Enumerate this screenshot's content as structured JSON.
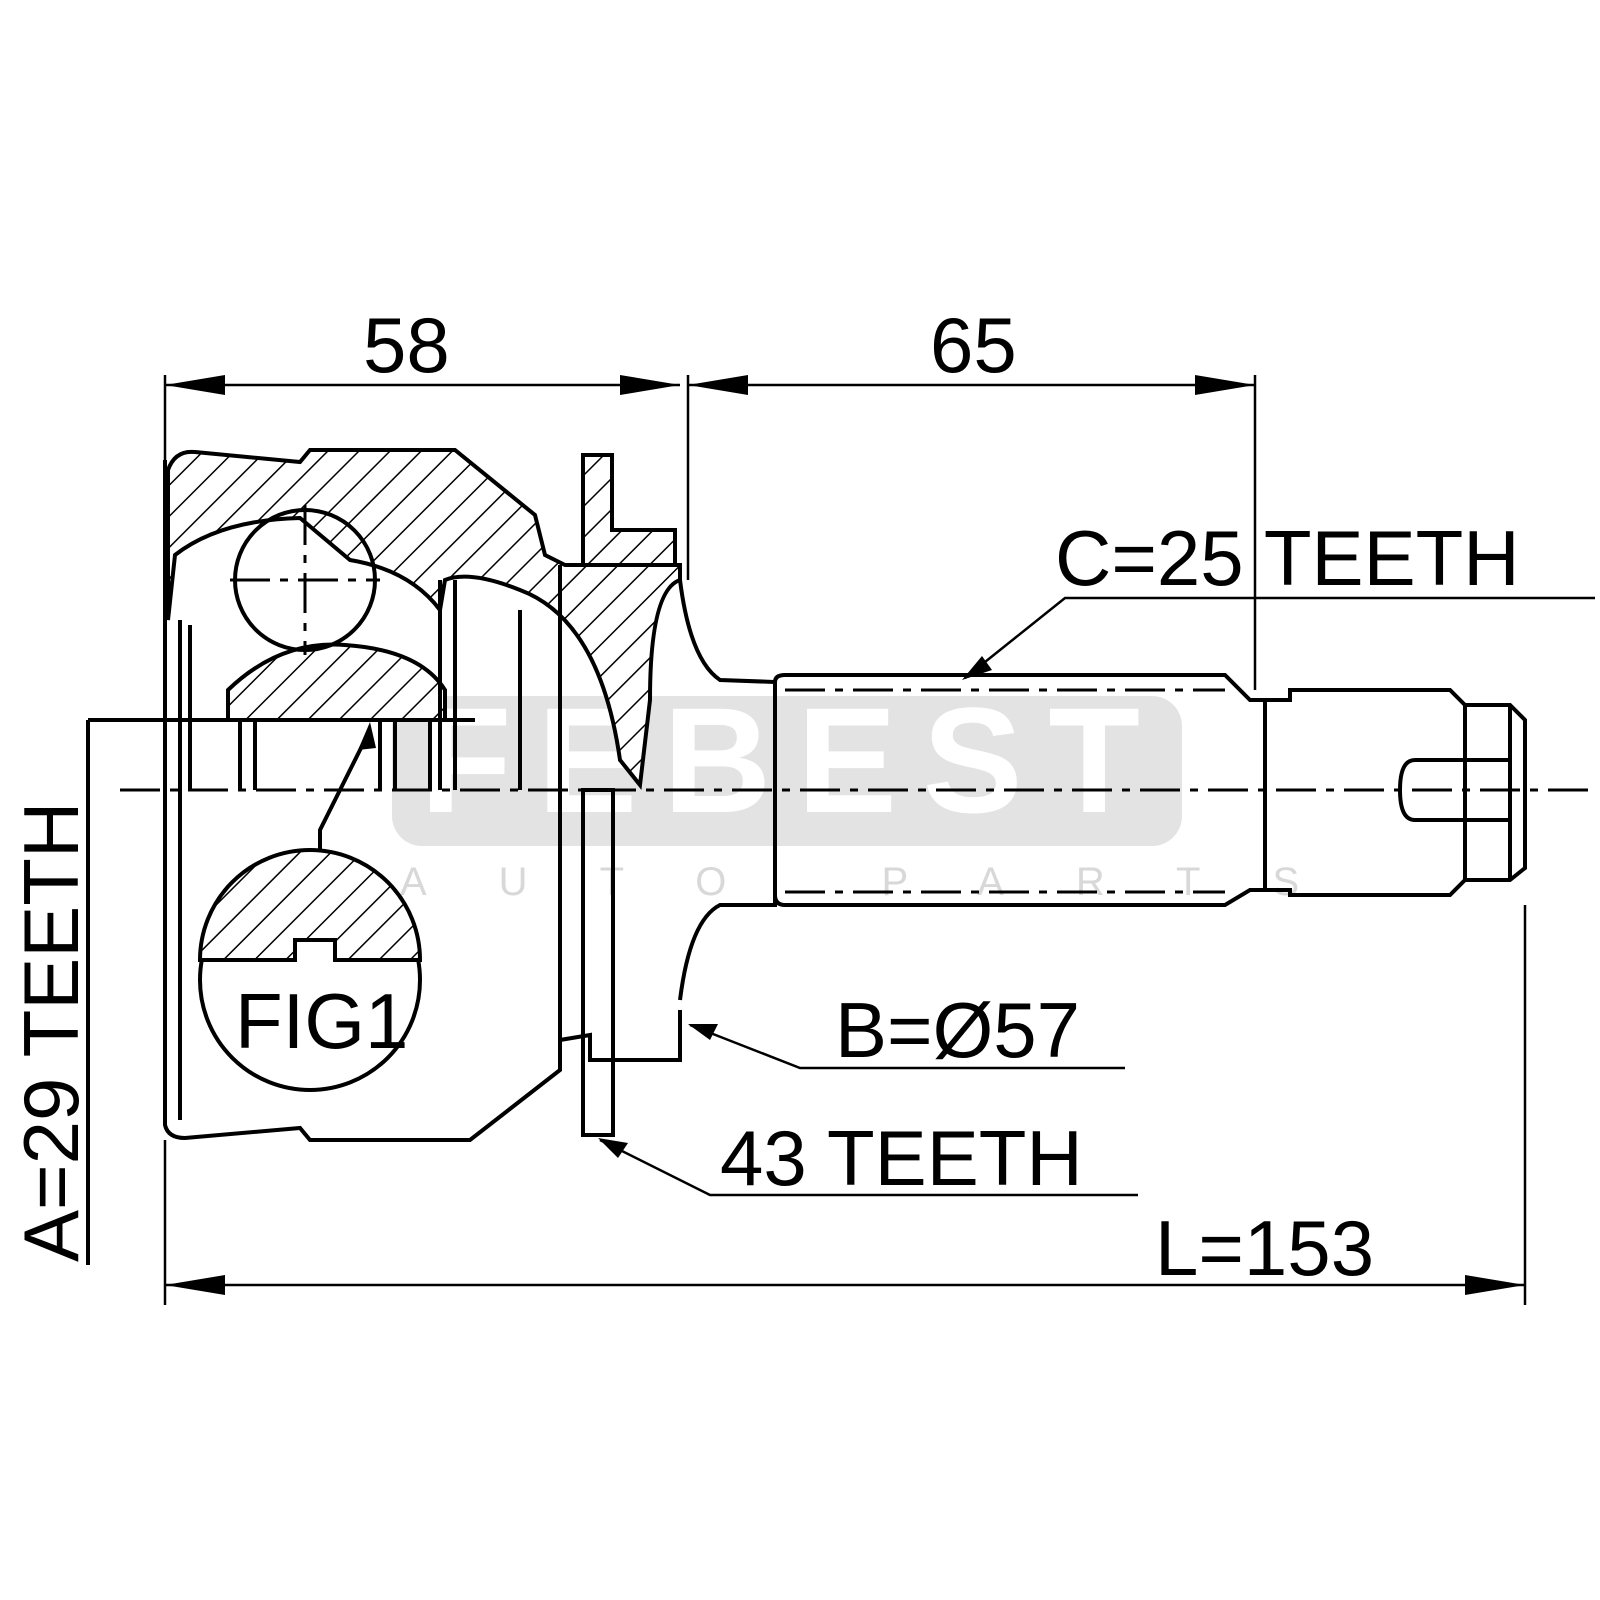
{
  "labels": {
    "dim_58": "58",
    "dim_65": "65",
    "spline_c": "C=25 TEETH",
    "spline_a": "A=29 TEETH",
    "fig": "FIG1",
    "diameter_b": "B=Ø57",
    "abs_ring": "43 TEETH",
    "length_l": "L=153"
  },
  "watermark": {
    "brand": "FEBEST",
    "tagline": "AUTO PARTS"
  }
}
